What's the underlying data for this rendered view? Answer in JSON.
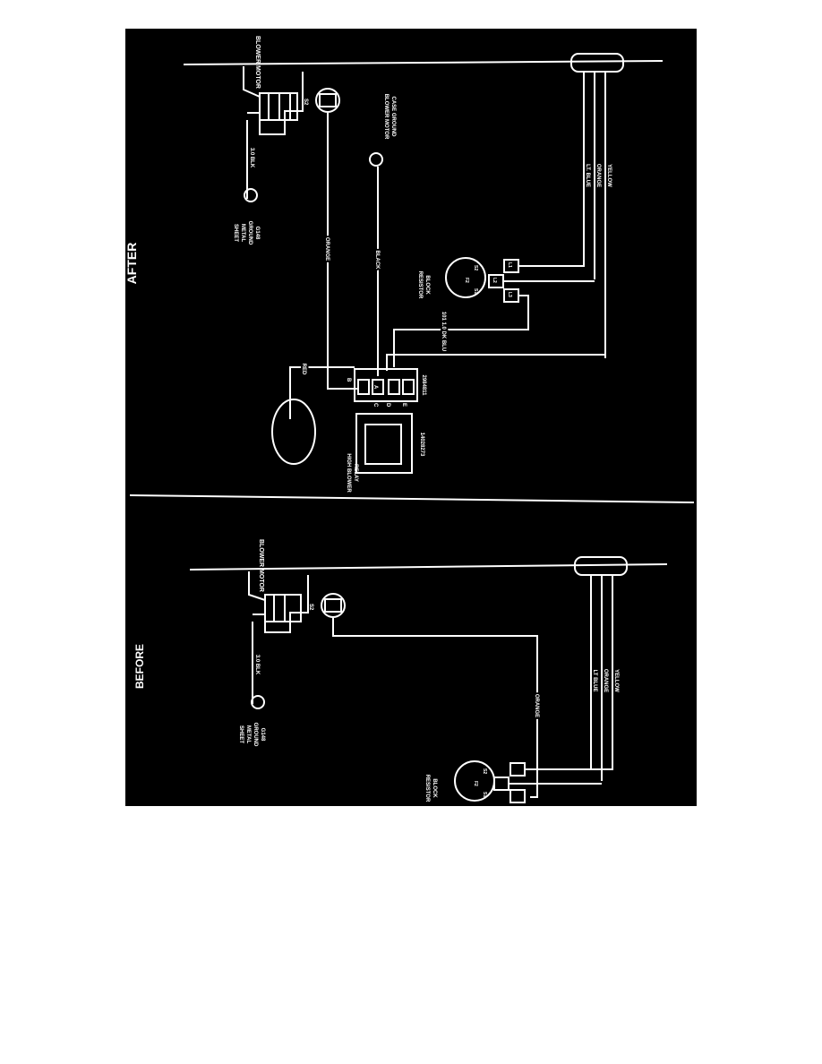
{
  "colors": {
    "page_bg": "#ffffff",
    "panel_bg": "#000000",
    "ink": "#ffffff"
  },
  "after": {
    "heading": "AFTER",
    "blower_motor": "BLOWER MOTOR",
    "s2": "S2",
    "gauge_wire": "3.0 BLK",
    "sheet_metal_ground": [
      "SHEET",
      "METAL",
      "GROUND",
      "G148"
    ],
    "case_ground": [
      "BLOWER MOTOR",
      "CASE GROUND"
    ],
    "wire_orange": "ORANGE",
    "wire_black": "BLACK",
    "wire_red": "RED",
    "wire_dk_blu": "101 1.0 DK BLU",
    "resistor_block": [
      "RESISTOR",
      "BLOCK"
    ],
    "resistor_terminals": [
      "S2",
      "F2",
      "S1"
    ],
    "resistor_pins": [
      "L1",
      "L2",
      "L3"
    ],
    "relay_pins": [
      "B",
      "A",
      "C",
      "D",
      "E"
    ],
    "relay_connector_part": "2984811",
    "relay_name": [
      "HIGH BLOWER",
      "RELAY"
    ],
    "relay_part": "14028273",
    "harness_wires": [
      "LT. BLUE",
      "ORANGE",
      "YELLOW"
    ]
  },
  "before": {
    "heading": "BEFORE",
    "blower_motor": "BLOWER MOTOR",
    "s2": "S2",
    "gauge_wire": "3.0 BLK",
    "sheet_metal_ground": [
      "SHEET",
      "METAL",
      "GROUND",
      "G148"
    ],
    "wire_orange": "ORANGE",
    "resistor_block": [
      "RESISTOR",
      "BLOCK"
    ],
    "resistor_terminals": [
      "S2",
      "F2",
      "S1"
    ],
    "harness_wires": [
      "LT BLUE",
      "ORANGE",
      "YELLOW"
    ]
  }
}
